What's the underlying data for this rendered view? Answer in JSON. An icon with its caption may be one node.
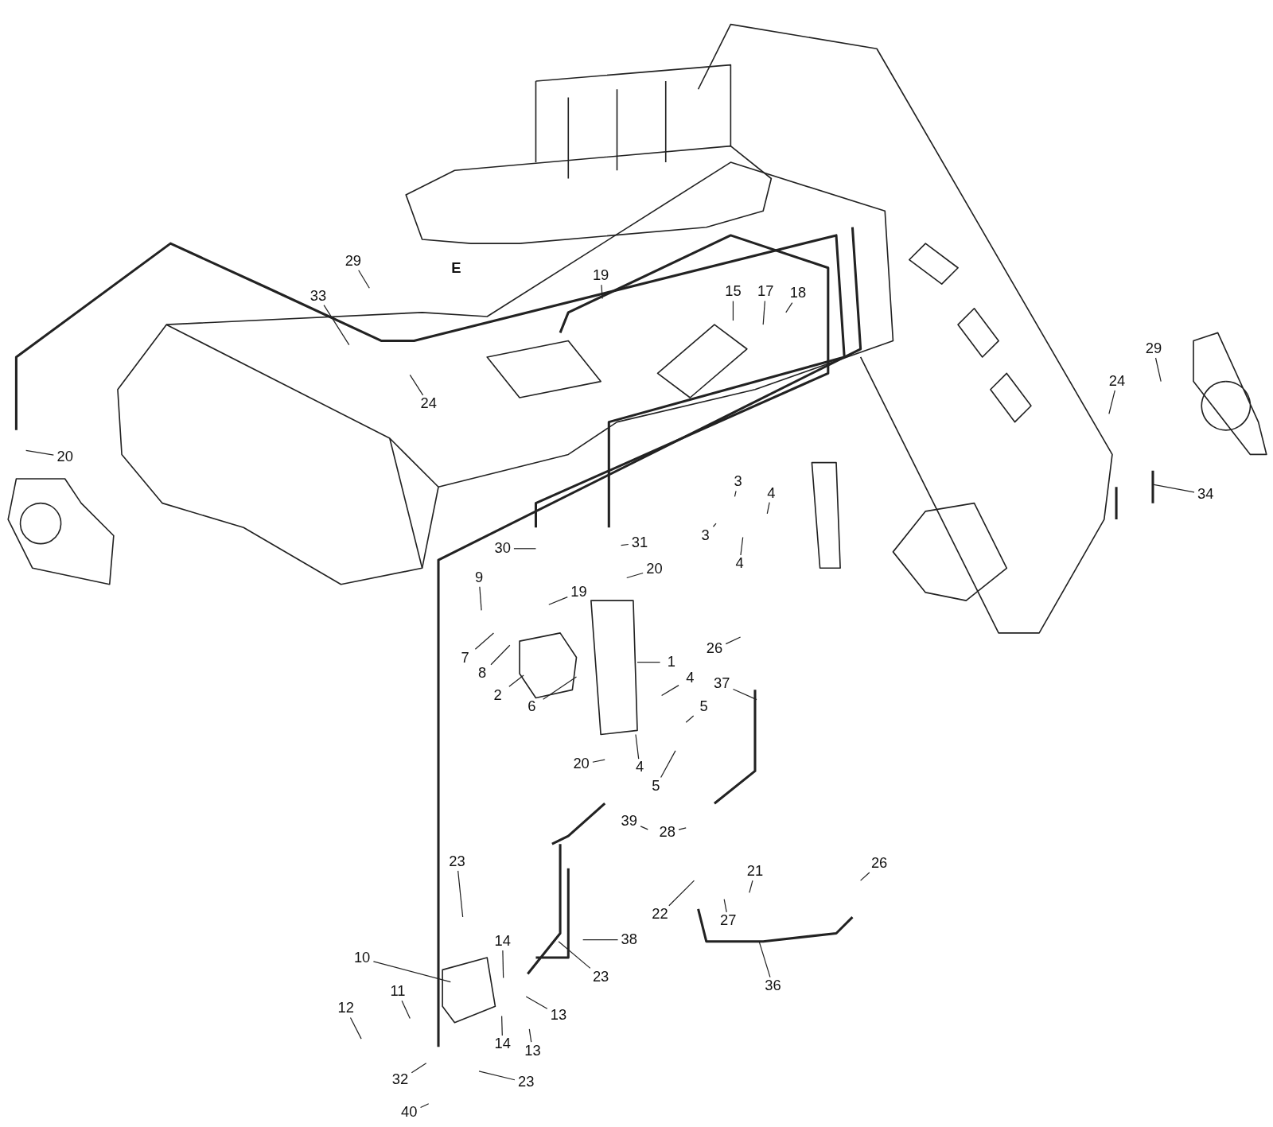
{
  "diagram": {
    "nodes": [
      {
        "text": [
          "29"
        ]
      },
      {
        "text": [
          "33"
        ]
      },
      {
        "text": [
          "19"
        ]
      },
      {
        "text": [
          "15"
        ]
      },
      {
        "text": [
          "17"
        ]
      },
      {
        "text": [
          "18"
        ]
      },
      {
        "text": [
          "24"
        ]
      },
      {
        "text": [
          "29"
        ]
      },
      {
        "text": [
          "24"
        ]
      },
      {
        "text": [
          "20"
        ]
      },
      {
        "text": [
          "34"
        ]
      },
      {
        "text": [
          "3"
        ]
      },
      {
        "text": [
          "4"
        ]
      },
      {
        "text": [
          "3"
        ]
      },
      {
        "text": [
          "4"
        ]
      },
      {
        "text": [
          "30"
        ]
      },
      {
        "text": [
          "31"
        ]
      },
      {
        "text": [
          "20"
        ]
      },
      {
        "text": [
          "9"
        ]
      },
      {
        "text": [
          "19"
        ]
      },
      {
        "text": [
          "26"
        ]
      },
      {
        "text": [
          "1"
        ]
      },
      {
        "text": [
          "7"
        ]
      },
      {
        "text": [
          "8"
        ]
      },
      {
        "text": [
          "37"
        ]
      },
      {
        "text": [
          "4"
        ]
      },
      {
        "text": [
          "2"
        ]
      },
      {
        "text": [
          "6"
        ]
      },
      {
        "text": [
          "5"
        ]
      },
      {
        "text": [
          "20"
        ]
      },
      {
        "text": [
          "4"
        ]
      },
      {
        "text": [
          "5"
        ]
      },
      {
        "text": [
          "39"
        ]
      },
      {
        "text": [
          "28"
        ]
      },
      {
        "text": [
          "26"
        ]
      },
      {
        "text": [
          "21"
        ]
      },
      {
        "text": [
          "23"
        ]
      },
      {
        "text": [
          "22"
        ]
      },
      {
        "text": [
          "27"
        ]
      },
      {
        "text": [
          "38"
        ]
      },
      {
        "text": [
          "10"
        ]
      },
      {
        "text": [
          "23"
        ]
      },
      {
        "text": [
          "14"
        ]
      },
      {
        "text": [
          "11"
        ]
      },
      {
        "text": [
          "36"
        ]
      },
      {
        "text": [
          "13"
        ]
      },
      {
        "text": [
          "12"
        ]
      },
      {
        "text": [
          "14"
        ]
      },
      {
        "text": [
          "13"
        ]
      },
      {
        "text": [
          "32"
        ]
      },
      {
        "text": [
          "23"
        ]
      },
      {
        "text": [
          "40"
        ]
      }
    ],
    "edges": [
      {
        "from": 0,
        "to": null,
        "arrow": "none"
      },
      {
        "from": 1,
        "to": null,
        "arrow": "none"
      },
      {
        "from": 2,
        "to": null,
        "arrow": "none"
      },
      {
        "from": 3,
        "to": null,
        "arrow": "none"
      },
      {
        "from": 4,
        "to": null,
        "arrow": "none"
      },
      {
        "from": 5,
        "to": null,
        "arrow": "none"
      },
      {
        "from": 6,
        "to": null,
        "arrow": "none"
      },
      {
        "from": 7,
        "to": null,
        "arrow": "none"
      },
      {
        "from": 8,
        "to": null,
        "arrow": "none"
      },
      {
        "from": 9,
        "to": null,
        "arrow": "none"
      },
      {
        "from": 10,
        "to": null,
        "arrow": "none"
      },
      {
        "from": 11,
        "to": null,
        "arrow": "none"
      },
      {
        "from": 12,
        "to": null,
        "arrow": "none"
      },
      {
        "from": 13,
        "to": null,
        "arrow": "none"
      },
      {
        "from": 14,
        "to": null,
        "arrow": "none"
      },
      {
        "from": 15,
        "to": null,
        "arrow": "none"
      },
      {
        "from": 16,
        "to": null,
        "arrow": "none"
      },
      {
        "from": 17,
        "to": null,
        "arrow": "none"
      },
      {
        "from": 18,
        "to": null,
        "arrow": "none"
      },
      {
        "from": 19,
        "to": null,
        "arrow": "none"
      },
      {
        "from": 20,
        "to": null,
        "arrow": "none"
      },
      {
        "from": 21,
        "to": null,
        "arrow": "none"
      },
      {
        "from": 22,
        "to": null,
        "arrow": "none"
      },
      {
        "from": 23,
        "to": null,
        "arrow": "none"
      },
      {
        "from": 24,
        "to": null,
        "arrow": "none"
      },
      {
        "from": 25,
        "to": null,
        "arrow": "none"
      },
      {
        "from": 26,
        "to": null,
        "arrow": "none"
      },
      {
        "from": 27,
        "to": null,
        "arrow": "none"
      },
      {
        "from": 28,
        "to": null,
        "arrow": "none"
      },
      {
        "from": 29,
        "to": null,
        "arrow": "none"
      },
      {
        "from": 30,
        "to": null,
        "arrow": "none"
      },
      {
        "from": 31,
        "to": null,
        "arrow": "none"
      },
      {
        "from": 32,
        "to": null,
        "arrow": "none"
      },
      {
        "from": 33,
        "to": null,
        "arrow": "none"
      },
      {
        "from": 34,
        "to": null,
        "arrow": "none"
      },
      {
        "from": 35,
        "to": null,
        "arrow": "none"
      },
      {
        "from": 36,
        "to": null,
        "arrow": "none"
      },
      {
        "from": 37,
        "to": null,
        "arrow": "none"
      },
      {
        "from": 38,
        "to": null,
        "arrow": "none"
      },
      {
        "from": 39,
        "to": null,
        "arrow": "none"
      },
      {
        "from": 40,
        "to": null,
        "arrow": "none"
      },
      {
        "from": 41,
        "to": null,
        "arrow": "none"
      },
      {
        "from": 42,
        "to": null,
        "arrow": "none"
      },
      {
        "from": 43,
        "to": null,
        "arrow": "none"
      },
      {
        "from": 44,
        "to": null,
        "arrow": "none"
      },
      {
        "from": 45,
        "to": null,
        "arrow": "none"
      },
      {
        "from": 46,
        "to": null,
        "arrow": "none"
      },
      {
        "from": 47,
        "to": null,
        "arrow": "none"
      },
      {
        "from": 48,
        "to": null,
        "arrow": "none"
      },
      {
        "from": 49,
        "to": null,
        "arrow": "none"
      },
      {
        "from": 50,
        "to": null,
        "arrow": "none"
      },
      {
        "from": 51,
        "to": null,
        "arrow": "none"
      }
    ],
    "labels": [
      "E"
    ]
  }
}
